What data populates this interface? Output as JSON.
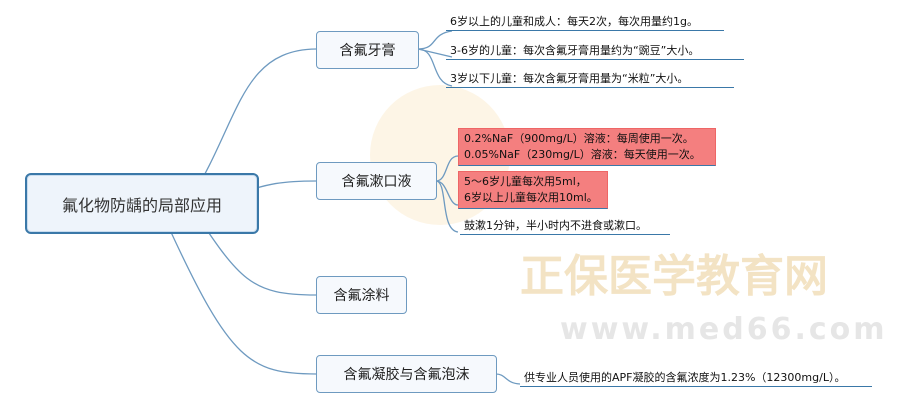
{
  "watermark": {
    "brand": "正保医学教育网",
    "url": "www.med66.com"
  },
  "root": {
    "label": "氟化物防龋的局部应用"
  },
  "branches": [
    {
      "label": "含氟牙膏",
      "leaves": [
        "6岁以上的儿童和成人：每天2次，每次用量约1g。",
        "3-6岁的儿童：每次含氟牙膏用量约为“豌豆”大小。",
        "3岁以下儿童：每次含氟牙膏用量为“米粒”大小。"
      ]
    },
    {
      "label": "含氟漱口液",
      "leaves": [
        [
          "0.2%NaF（900mg/L）溶液：每周使用一次。",
          "0.05%NaF（230mg/L）溶液：每天使用一次。"
        ],
        [
          "5～6岁儿童每次用5ml，",
          "6岁以上儿童每次用10ml。"
        ],
        "鼓漱1分钟，半小时内不进食或漱口。"
      ]
    },
    {
      "label": "含氟涂料"
    },
    {
      "label": "含氟凝胶与含氟泡沫",
      "leaves": [
        "供专业人员使用的APF凝胶的含氟浓度为1.23%（12300mg/L）。"
      ]
    }
  ],
  "colors": {
    "line": "#3a78a8",
    "highlight": "#f47f7f"
  }
}
